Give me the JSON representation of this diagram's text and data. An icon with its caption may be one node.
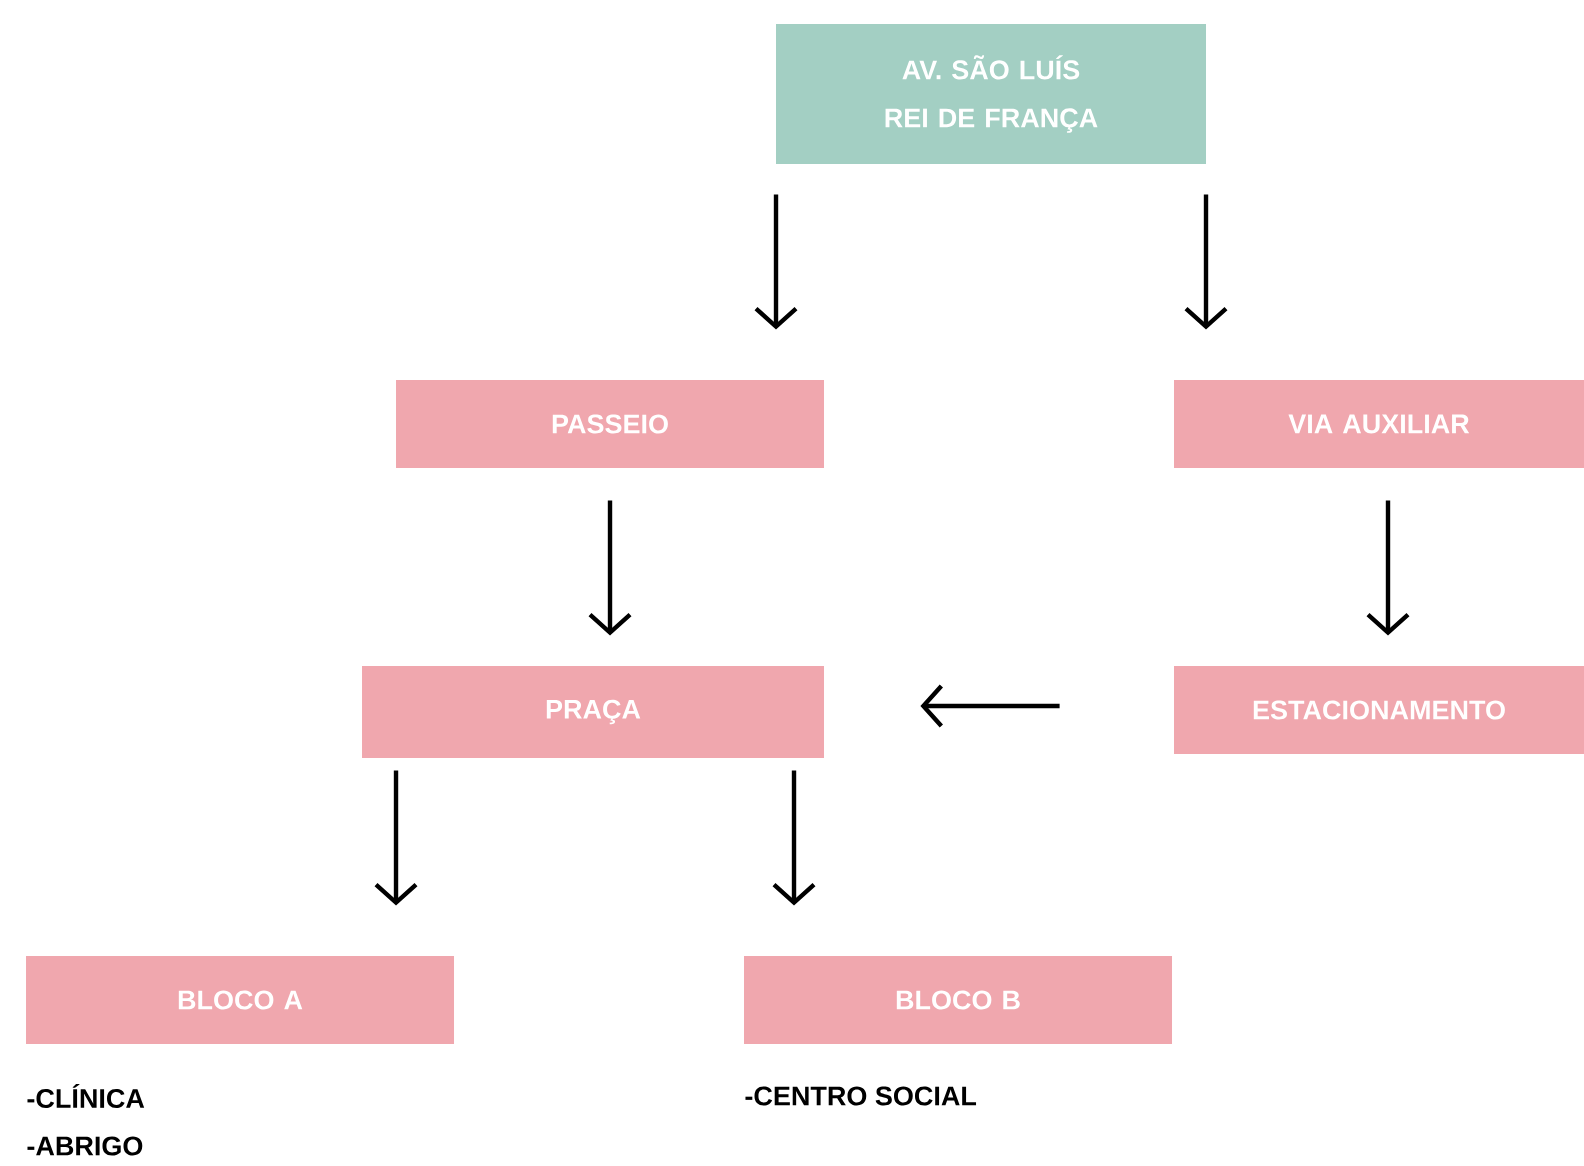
{
  "diagram": {
    "nodes": [
      {
        "text": [
          "AV. SÃO LUÍS REI DE FRANÇA"
        ]
      },
      {
        "text": [
          "PASSEIO"
        ]
      },
      {
        "text": [
          "VIA AUXILIAR"
        ]
      },
      {
        "text": [
          "PRAÇA"
        ]
      },
      {
        "text": [
          "ESTACIONAMENTO"
        ]
      },
      {
        "text": [
          "BLOCO A"
        ],
        "beside": [
          "-CLÍNICA",
          "-ABRIGO"
        ]
      },
      {
        "text": [
          "BLOCO B"
        ],
        "beside": [
          "-CENTRO SOCIAL"
        ]
      }
    ],
    "edges": [
      {
        "from": 0,
        "to": 1,
        "arrow": "to"
      },
      {
        "from": 0,
        "to": 2,
        "arrow": "to"
      },
      {
        "from": 1,
        "to": 3,
        "arrow": "to"
      },
      {
        "from": 2,
        "to": 4,
        "arrow": "to"
      },
      {
        "from": 4,
        "to": 3,
        "arrow": "to"
      },
      {
        "from": 3,
        "to": 5,
        "arrow": "to"
      },
      {
        "from": 3,
        "to": 6,
        "arrow": "to"
      }
    ]
  }
}
